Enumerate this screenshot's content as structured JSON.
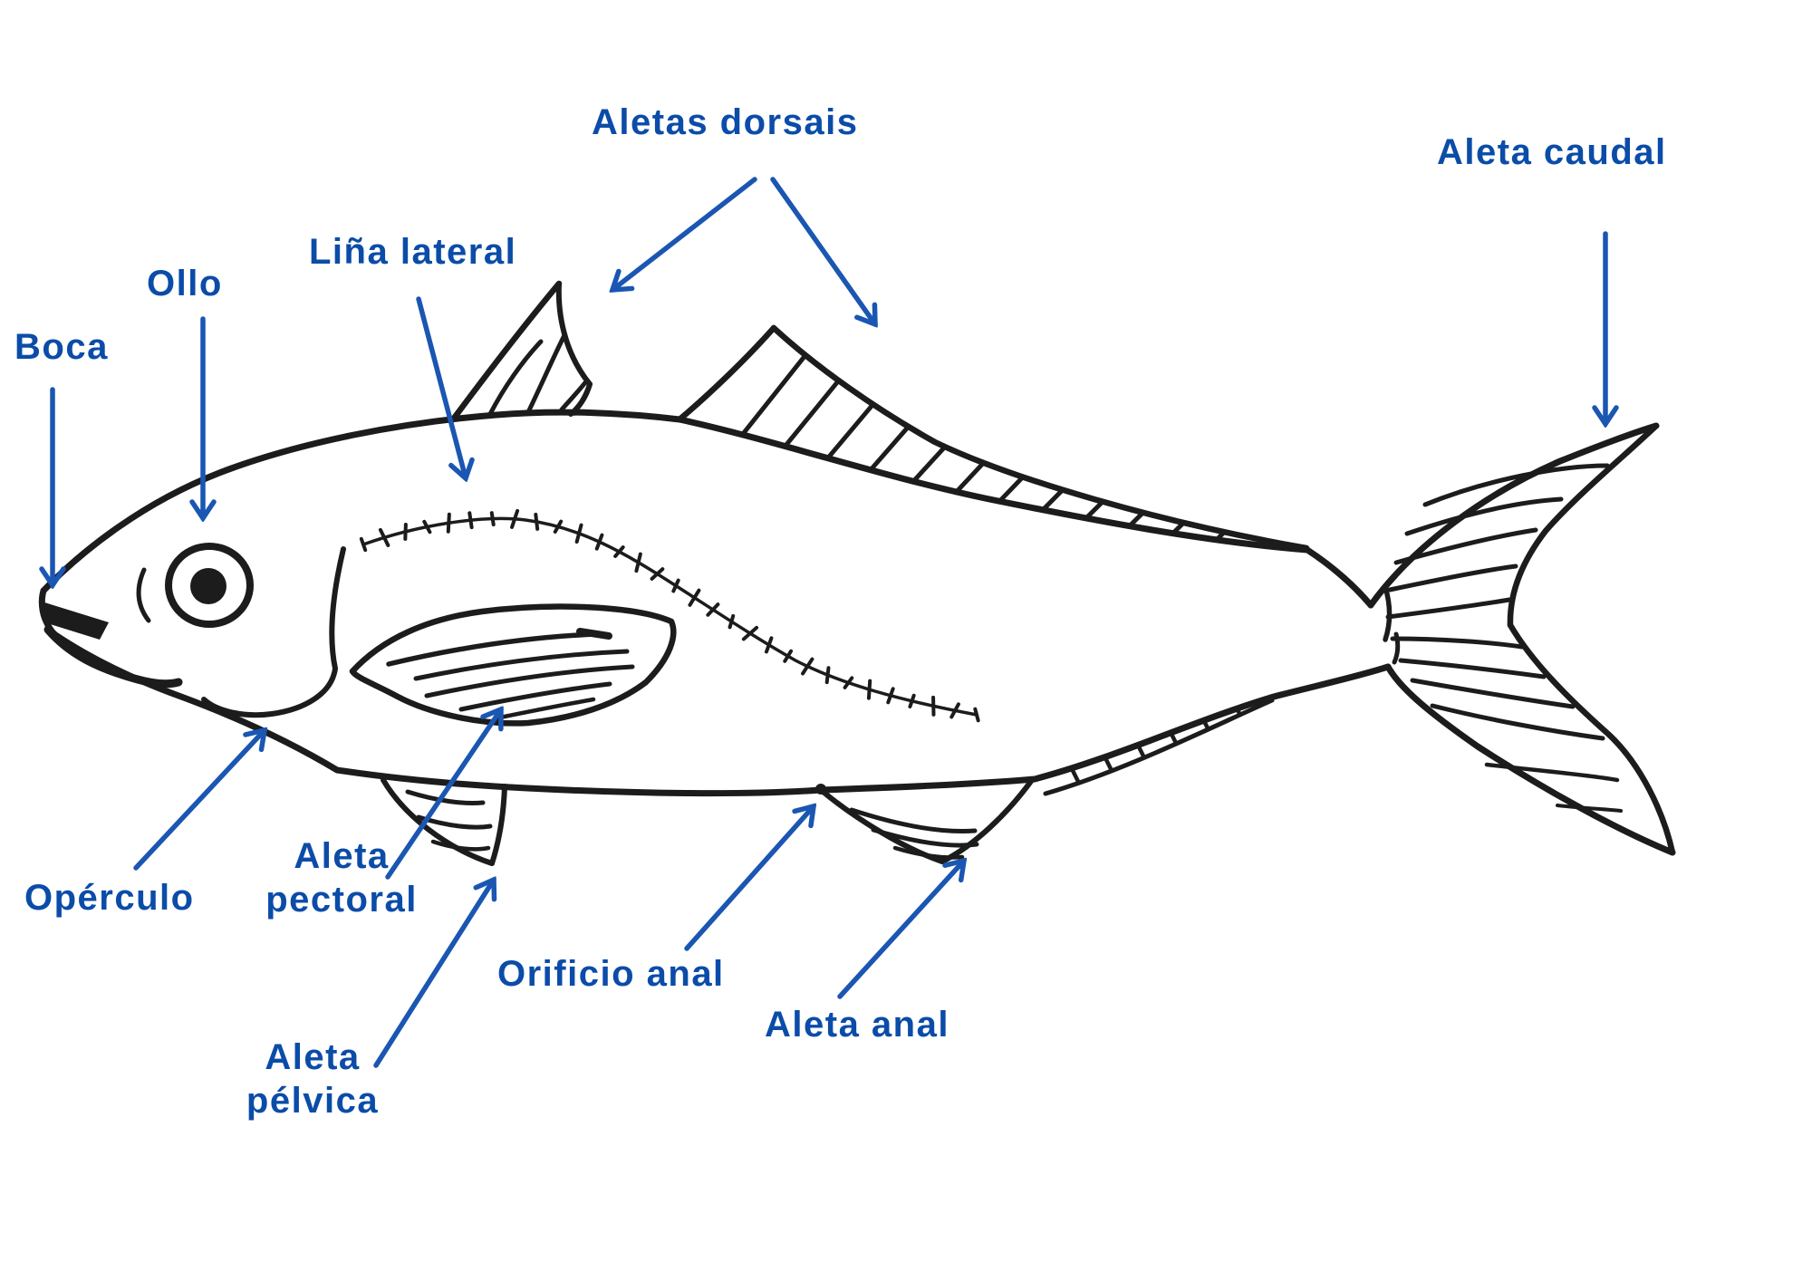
{
  "diagram": {
    "subject": "fish external anatomy",
    "background_color": "#ffffff",
    "ink_color": "#1c1c1c",
    "label_color": "#0b4ca8",
    "arrow_color": "#1a56b2"
  },
  "labels": {
    "aletas_dorsais": "Aletas dorsais",
    "aleta_caudal": "Aleta caudal",
    "lina_lateral": "Liña lateral",
    "ollo": "Ollo",
    "boca": "Boca",
    "operculo": "Opérculo",
    "aleta_pectoral_line1": "Aleta",
    "aleta_pectoral_line2": "pectoral",
    "aleta_pelvica_line1": "Aleta",
    "aleta_pelvica_line2": "pélvica",
    "orificio_anal": "Orificio anal",
    "aleta_anal": "Aleta anal"
  }
}
